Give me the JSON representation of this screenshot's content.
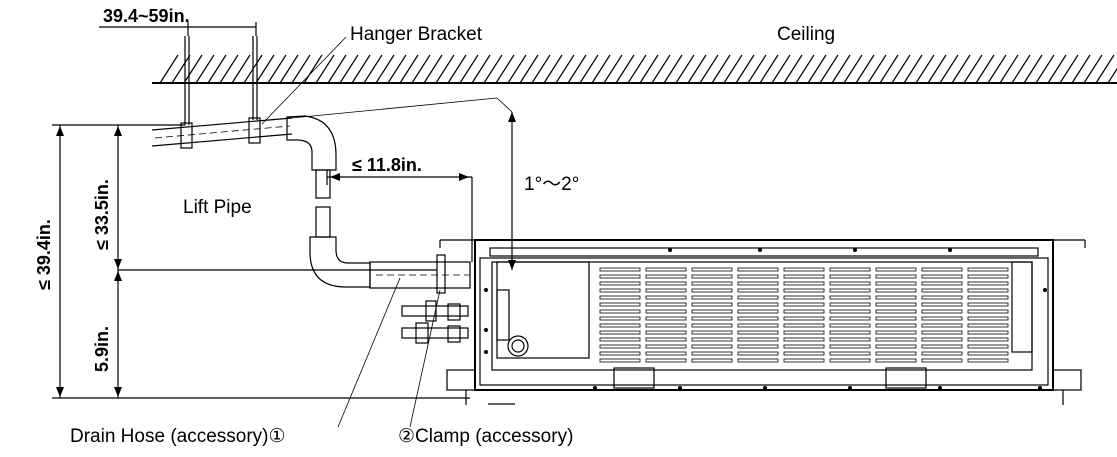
{
  "labels": {
    "hanger_bracket": "Hanger Bracket",
    "ceiling": "Ceiling",
    "lift_pipe": "Lift Pipe",
    "drain_hose": "Drain Hose (accessory)①",
    "clamp": "②Clamp (accessory)",
    "slope": "1°～2°"
  },
  "dimensions": {
    "bracket_spacing": "39.4~59in.",
    "max_horizontal": "≤ 11.8in.",
    "max_lift": "≤ 33.5in.",
    "max_total": "≤ 39.4in.",
    "base_height": "5.9in."
  },
  "colors": {
    "line": "#000000",
    "background": "#ffffff"
  }
}
